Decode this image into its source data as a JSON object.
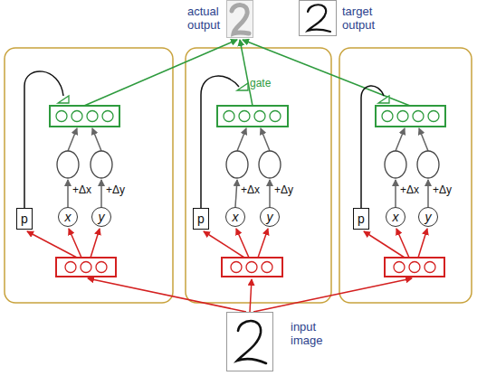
{
  "diagram": {
    "nodes": [
      {
        "text": [
          "actual output"
        ]
      },
      {
        "text": [
          "target output"
        ]
      },
      {
        "text": [
          "p"
        ]
      },
      {
        "text": [
          "x"
        ]
      },
      {
        "text": [
          "y"
        ]
      },
      {
        "text": [
          "p"
        ]
      },
      {
        "text": [
          "x"
        ]
      },
      {
        "text": [
          "y"
        ]
      },
      {
        "text": [
          "p"
        ]
      },
      {
        "text": [
          "x"
        ]
      },
      {
        "text": [
          "y"
        ]
      },
      {
        "text": [
          "input image"
        ]
      }
    ],
    "labels": [
      "gate",
      "+Δx",
      "+Δy",
      "+Δx",
      "+Δy",
      "+Δx",
      "+Δy"
    ]
  }
}
